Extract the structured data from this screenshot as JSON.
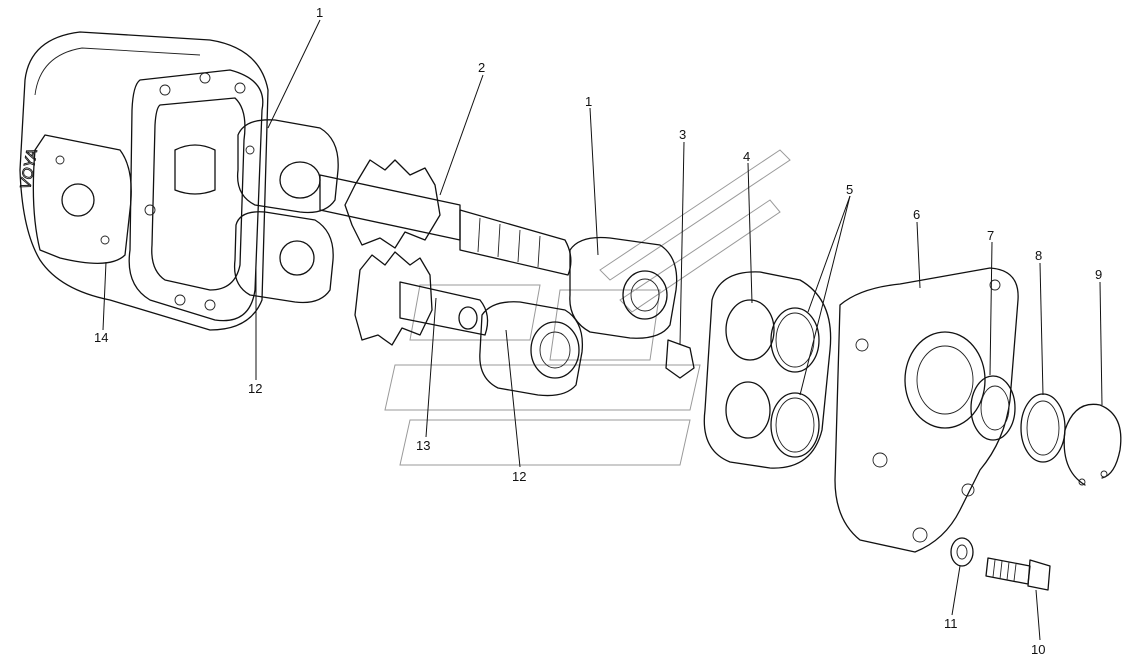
{
  "diagram": {
    "type": "exploded-parts-view",
    "callouts": [
      {
        "id": "c1a",
        "label": "1"
      },
      {
        "id": "c2",
        "label": "2"
      },
      {
        "id": "c1b",
        "label": "1"
      },
      {
        "id": "c3",
        "label": "3"
      },
      {
        "id": "c4",
        "label": "4"
      },
      {
        "id": "c5",
        "label": "5"
      },
      {
        "id": "c6",
        "label": "6"
      },
      {
        "id": "c7",
        "label": "7"
      },
      {
        "id": "c8",
        "label": "8"
      },
      {
        "id": "c9",
        "label": "9"
      },
      {
        "id": "c14",
        "label": "14"
      },
      {
        "id": "c12a",
        "label": "12"
      },
      {
        "id": "c13",
        "label": "13"
      },
      {
        "id": "c12b",
        "label": "12"
      },
      {
        "id": "c11",
        "label": "11"
      },
      {
        "id": "c10",
        "label": "10"
      }
    ],
    "housing_stamp": "VOYA"
  }
}
